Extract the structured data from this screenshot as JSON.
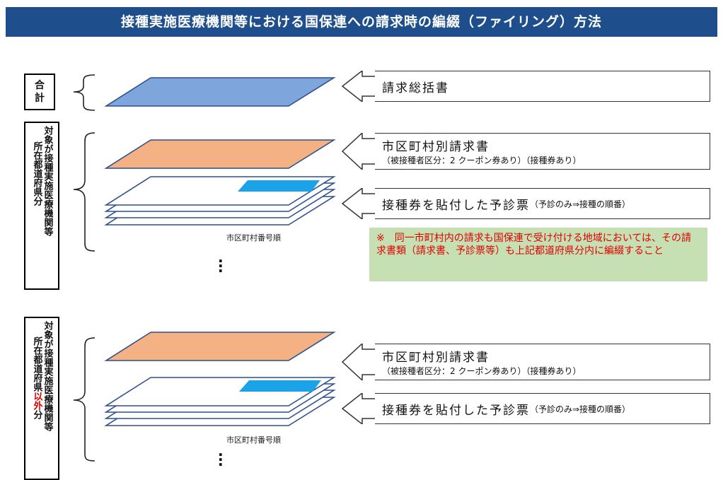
{
  "title": "接種実施医療機関等における国保連への請求時の編綴（ファイリング）方法",
  "sections": [
    {
      "label_cols": [
        "合",
        "計"
      ]
    },
    {
      "label_cols": [
        "対象が接種実施医療機関等",
        "所在都道府県分"
      ]
    },
    {
      "label_cols": [
        "対象が接種実施医療機関等",
        "所在都道府県"
      ],
      "label_red": "以外",
      "label_tail": "分"
    }
  ],
  "callouts": {
    "summary": {
      "main": "請求総括書"
    },
    "city1": {
      "main": "市区町村別請求書",
      "sub": "（被接種者区分：2 クーポン券あり）（接種券あり）"
    },
    "ticket1": {
      "main": "接種券を貼付した予診票",
      "sub": "（予診のみ⇒接種の順番）"
    },
    "city2": {
      "main": "市区町村別請求書",
      "sub": "（被接種者区分：2 クーポン券あり）（接種券あり）"
    },
    "ticket2": {
      "main": "接種券を貼付した予診票",
      "sub": "（予診のみ⇒接種の順番）"
    }
  },
  "order_label": "市区町村番号順",
  "note": "※　同一市町村内の請求も国保連で受け付ける地域においては、その請求書類（請求書、予診票等）も上記都道府県分内に編綴すること",
  "colors": {
    "title_bg": "#1f4e8c",
    "summary_sheet": "#7ea6dc",
    "city_sheet": "#f4b183",
    "ticket_tab": "#1aa3e8",
    "note_bg": "#c6e0b4",
    "note_text": "#e00000",
    "highlight": "#e00000"
  }
}
